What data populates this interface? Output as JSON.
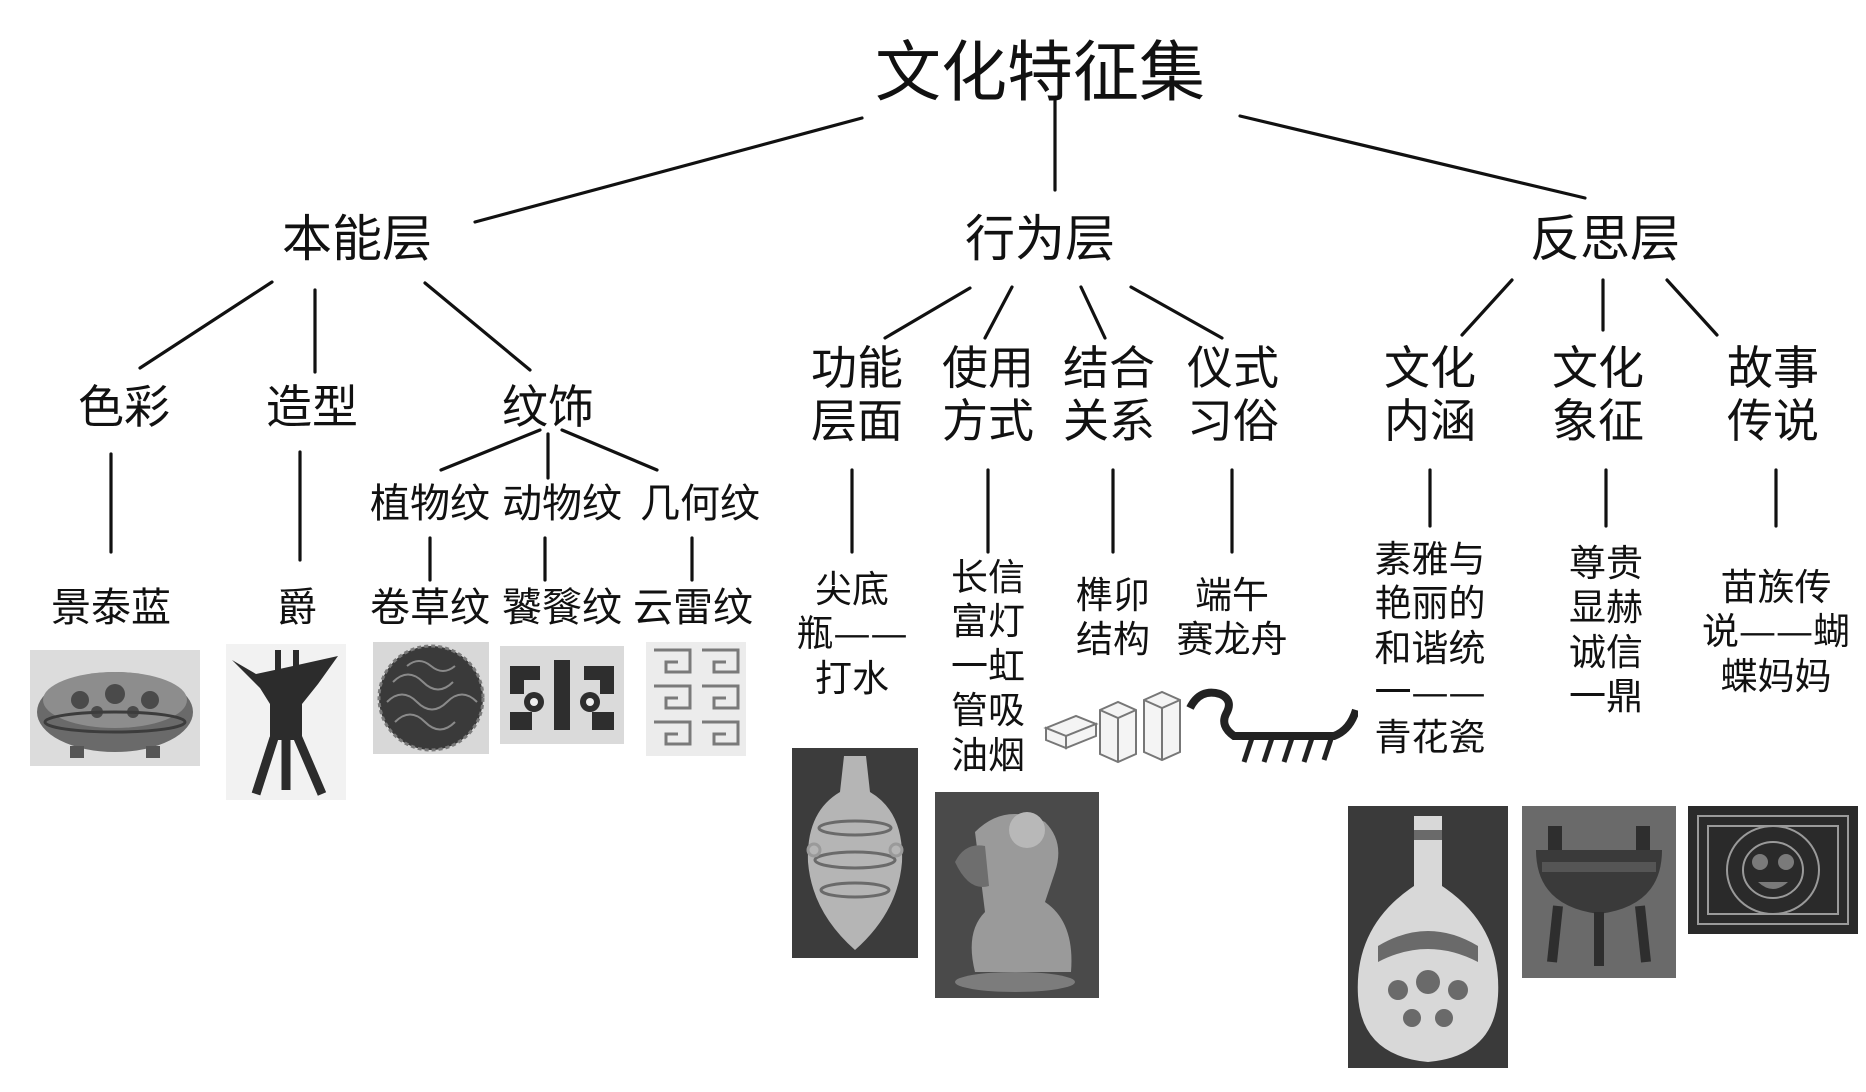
{
  "root": "文化特征集",
  "instinct": {
    "label": "本能层",
    "color": {
      "label": "色彩",
      "example": "景泰蓝"
    },
    "shape": {
      "label": "造型",
      "example": "爵"
    },
    "ornament": {
      "label": "纹饰",
      "plant": {
        "label": "植物纹",
        "example": "卷草纹"
      },
      "animal": {
        "label": "动物纹",
        "example": "饕餮纹"
      },
      "geometric": {
        "label": "几何纹",
        "example": "云雷纹"
      }
    }
  },
  "behavior": {
    "label": "行为层",
    "function": {
      "label": [
        "功能",
        "层面"
      ],
      "example": [
        "尖底",
        "瓶——",
        "打水"
      ]
    },
    "usage": {
      "label": [
        "使用",
        "方式"
      ],
      "example": [
        "长信",
        "富灯",
        "一虹",
        "管吸",
        "油烟"
      ]
    },
    "joint": {
      "label": [
        "结合",
        "关系"
      ],
      "example": [
        "榫卯",
        "结构"
      ]
    },
    "ritual": {
      "label": [
        "仪式",
        "习俗"
      ],
      "example": [
        "端午",
        "赛龙舟"
      ]
    }
  },
  "reflection": {
    "label": "反思层",
    "connotation": {
      "label": [
        "文化",
        "内涵"
      ],
      "example": [
        "素雅与",
        "艳丽的",
        "和谐统",
        "一——",
        "青花瓷"
      ]
    },
    "symbol": {
      "label": [
        "文化",
        "象征"
      ],
      "example": [
        "尊贵",
        "显赫",
        "诚信",
        "一鼎"
      ]
    },
    "story": {
      "label": [
        "故事",
        "传说"
      ],
      "example": [
        "苗族传",
        "说——蝴",
        "蝶妈妈"
      ]
    }
  }
}
